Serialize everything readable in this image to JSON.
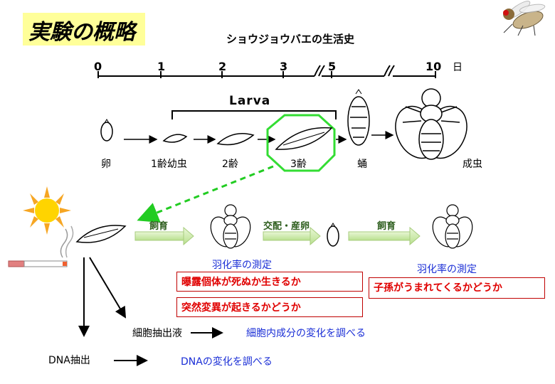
{
  "title": "実験の概略",
  "subtitle": "ショウジョウバエの生活史",
  "timeline": {
    "ticks": [
      "0",
      "1",
      "2",
      "3",
      "5",
      "10"
    ],
    "unit": "日"
  },
  "larva_label": "Larva",
  "stages": [
    "卵",
    "1齢幼虫",
    "2齢",
    "3齢",
    "蛹",
    "成虫"
  ],
  "flow": {
    "rearing_1": "飼育",
    "mating": "交配・産卵",
    "rearing_2": "飼育"
  },
  "measure_1": "羽化率の測定",
  "measure_2": "羽化率の測定",
  "red_boxes": {
    "survive": "曝露個体が死ぬか生きるか",
    "mutation": "突然変異が起きるかどうか",
    "offspring": "子孫がうまれてくるかどうか"
  },
  "extract_1": "細胞抽出液",
  "extract_1_result": "細胞内成分の変化を調べる",
  "extract_2": "DNA抽出",
  "extract_2_result": "DNAの変化を調べる"
}
